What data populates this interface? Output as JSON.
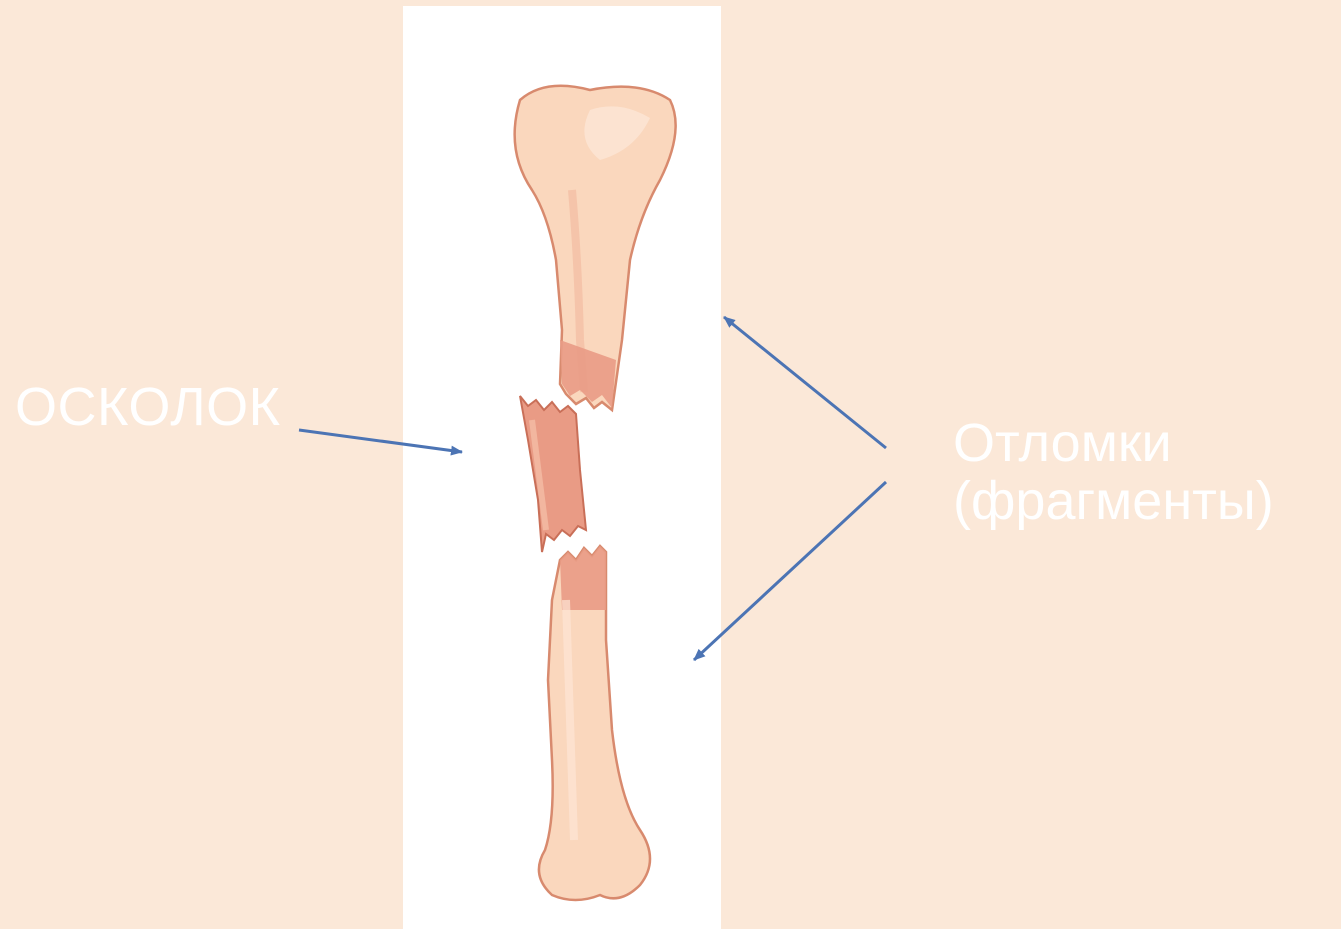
{
  "labels": {
    "fragment_piece": "ОСКОЛОК",
    "fragments_line1": "Отломки",
    "fragments_line2": "(фрагменты)"
  },
  "colors": {
    "background": "#fbe8d8",
    "panel": "#ffffff",
    "bone": "#fad7bd",
    "bone_outline": "#d88a6e",
    "fracture": "#e99b85",
    "arrow": "#4c74b4",
    "label_text": "#ffffff"
  }
}
